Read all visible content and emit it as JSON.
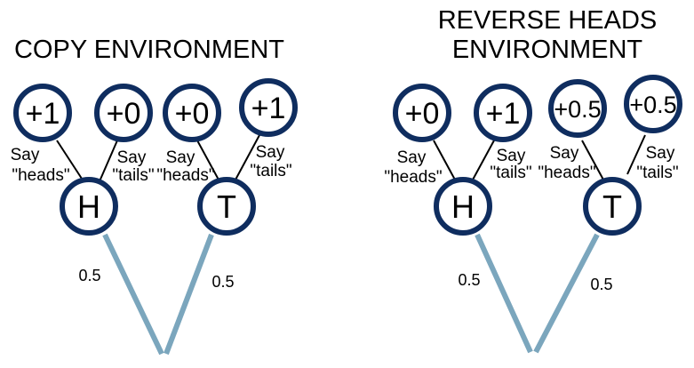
{
  "colors": {
    "node_ring": "#0f2d5f",
    "root_branch": "#7ba6bd",
    "text": "#000000",
    "background": "#ffffff"
  },
  "left": {
    "title_lines": [
      "COPY ENVIRONMENT"
    ],
    "coin_nodes": {
      "heads": "H",
      "tails": "T"
    },
    "probabilities": {
      "heads": "0.5",
      "tails": "0.5"
    },
    "rewards": {
      "heads_say_heads": "+1",
      "heads_say_tails": "+0",
      "tails_say_heads": "+0",
      "tails_say_tails": "+1"
    },
    "actions": {
      "heads_say_heads": [
        "Say",
        "\"heads\""
      ],
      "heads_say_tails": [
        "Say",
        "\"tails\""
      ],
      "tails_say_heads": [
        "Say",
        "\"heads\""
      ],
      "tails_say_tails": [
        "Say",
        "\"tails\""
      ]
    }
  },
  "right": {
    "title_lines": [
      "REVERSE HEADS",
      "ENVIRONMENT"
    ],
    "coin_nodes": {
      "heads": "H",
      "tails": "T"
    },
    "probabilities": {
      "heads": "0.5",
      "tails": "0.5"
    },
    "rewards": {
      "heads_say_heads": "+0",
      "heads_say_tails": "+1",
      "tails_say_heads": "+0.5",
      "tails_say_tails": "+0.5"
    },
    "actions": {
      "heads_say_heads": [
        "Say",
        "\"heads\""
      ],
      "heads_say_tails": [
        "Say",
        "\"tails\""
      ],
      "tails_say_heads": [
        "Say",
        "\"heads\""
      ],
      "tails_say_tails": [
        "Say",
        "\"tails\""
      ]
    }
  }
}
